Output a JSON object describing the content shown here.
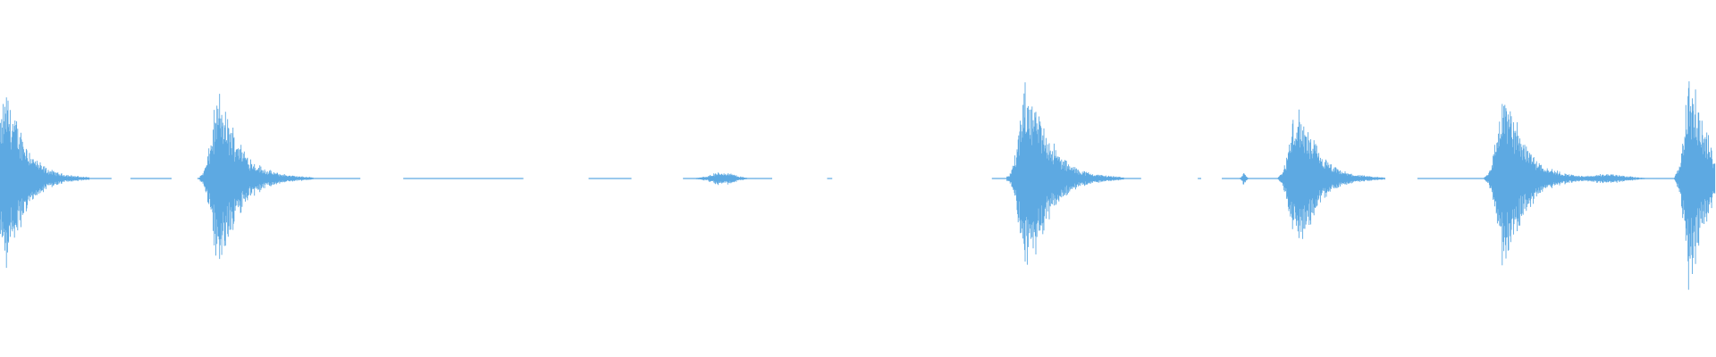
{
  "waveform": {
    "color": "#5DA9E2",
    "background": "#FFFFFF",
    "bursts": [
      {
        "center": 0.004,
        "amplitude": 0.55,
        "width": 0.03,
        "shape": "decay"
      },
      {
        "center": 0.128,
        "amplitude": 0.52,
        "width": 0.034,
        "shape": "decay"
      },
      {
        "center": 0.421,
        "amplitude": 0.04,
        "width": 0.02,
        "shape": "bump"
      },
      {
        "center": 0.599,
        "amplitude": 0.6,
        "width": 0.035,
        "shape": "decay"
      },
      {
        "center": 0.725,
        "amplitude": 0.04,
        "width": 0.003,
        "shape": "bump"
      },
      {
        "center": 0.756,
        "amplitude": 0.45,
        "width": 0.032,
        "shape": "decay"
      },
      {
        "center": 0.877,
        "amplitude": 0.54,
        "width": 0.034,
        "shape": "decay"
      },
      {
        "center": 0.937,
        "amplitude": 0.03,
        "width": 0.03,
        "shape": "bump"
      },
      {
        "center": 0.985,
        "amplitude": 0.66,
        "width": 0.026,
        "shape": "decay"
      }
    ],
    "baseline_segments": [
      [
        0.045,
        0.065
      ],
      [
        0.076,
        0.1
      ],
      [
        0.115,
        0.21
      ],
      [
        0.235,
        0.305
      ],
      [
        0.343,
        0.368
      ],
      [
        0.398,
        0.45
      ],
      [
        0.482,
        0.485
      ],
      [
        0.578,
        0.6
      ],
      [
        0.64,
        0.665
      ],
      [
        0.698,
        0.7
      ],
      [
        0.712,
        0.794
      ],
      [
        0.826,
        0.875
      ],
      [
        0.9,
        0.98
      ]
    ]
  }
}
